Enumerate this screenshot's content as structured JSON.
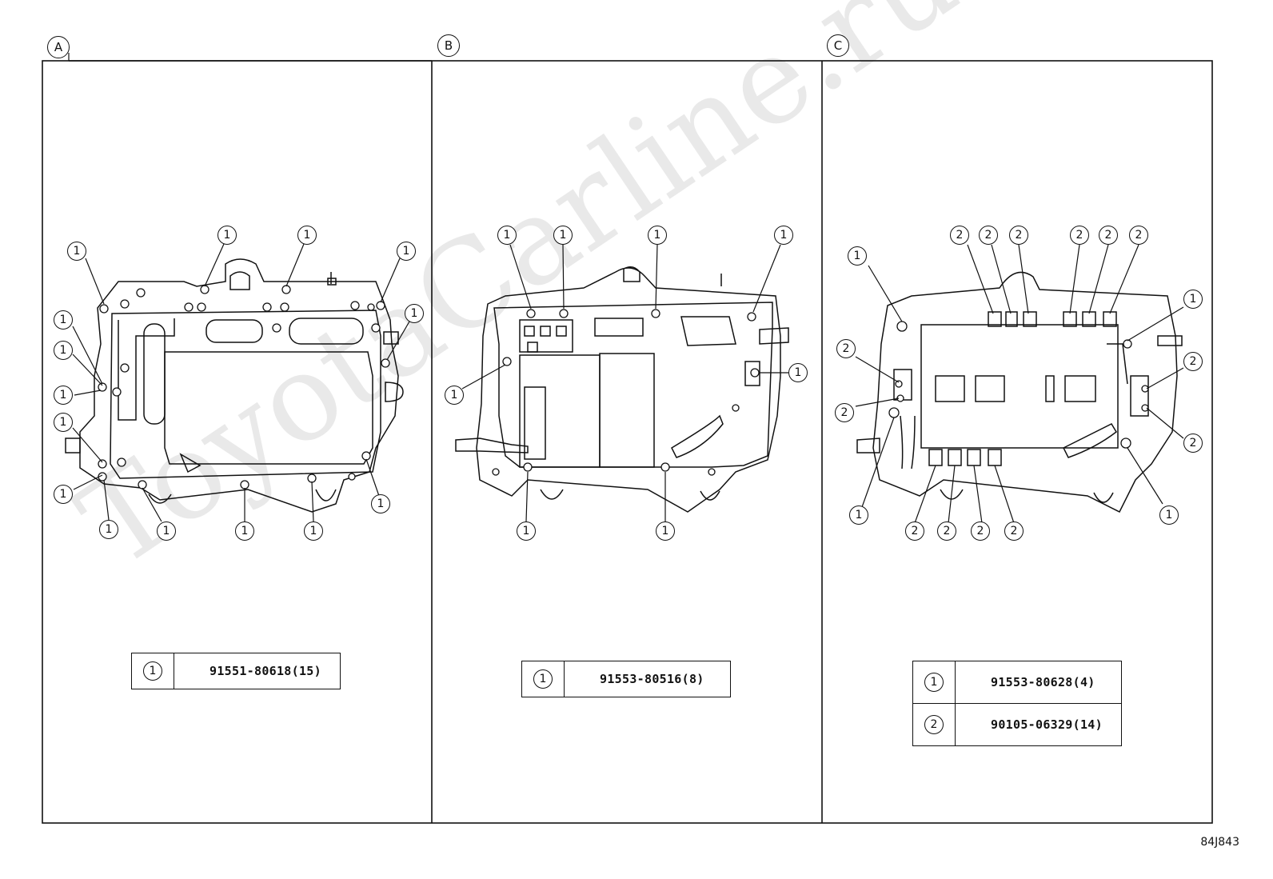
{
  "watermark": "ToyotaCarline.ru",
  "diagram_code": "84J843",
  "panels": [
    {
      "letter": "A",
      "callout_labels": [
        "1",
        "1",
        "1",
        "1",
        "1",
        "1",
        "1",
        "1",
        "1",
        "1",
        "1",
        "1",
        "1",
        "1",
        "1",
        "1"
      ],
      "legend": [
        {
          "key": "1",
          "part": "91551-80618(15)"
        }
      ]
    },
    {
      "letter": "B",
      "callout_labels": [
        "1",
        "1",
        "1",
        "1",
        "1",
        "1",
        "1",
        "1"
      ],
      "legend": [
        {
          "key": "1",
          "part": "91553-80516(8)"
        }
      ]
    },
    {
      "letter": "C",
      "callout_labels": [
        "2",
        "2",
        "2",
        "2",
        "2",
        "2",
        "1",
        "1",
        "2",
        "2",
        "2",
        "1",
        "2",
        "2",
        "1",
        "1",
        "2",
        "2",
        "2",
        "2"
      ],
      "legend": [
        {
          "key": "1",
          "part": "91553-80628(4)"
        },
        {
          "key": "2",
          "part": "90105-06329(14)"
        }
      ]
    }
  ]
}
